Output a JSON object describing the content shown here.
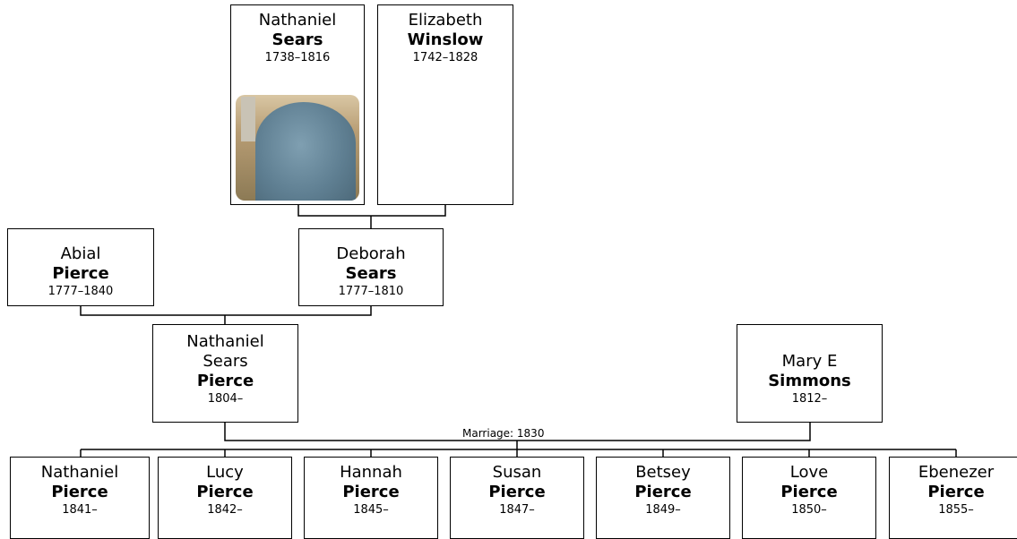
{
  "people": {
    "nathaniel_sears_sr": {
      "given": "Nathaniel",
      "surname": "Sears",
      "dates": "1738–1816",
      "photo_icon": "gravestone-photo"
    },
    "elizabeth_winslow": {
      "given": "Elizabeth",
      "surname": "Winslow",
      "dates": "1742–1828"
    },
    "abial_pierce": {
      "given": "Abial",
      "surname": "Pierce",
      "dates": "1777–1840"
    },
    "deborah_sears": {
      "given": "Deborah",
      "surname": "Sears",
      "dates": "1777–1810"
    },
    "nathaniel_sears_pierce": {
      "given_line1": "Nathaniel",
      "given_line2": "Sears",
      "surname": "Pierce",
      "dates": "1804–"
    },
    "mary_e_simmons": {
      "given": "Mary E",
      "surname": "Simmons",
      "dates": "1812–"
    }
  },
  "marriage_label": "Marriage: 1830",
  "children": [
    {
      "given": "Nathaniel",
      "surname": "Pierce",
      "dates": "1841–"
    },
    {
      "given": "Lucy",
      "surname": "Pierce",
      "dates": "1842–"
    },
    {
      "given": "Hannah",
      "surname": "Pierce",
      "dates": "1845–"
    },
    {
      "given": "Susan",
      "surname": "Pierce",
      "dates": "1847–"
    },
    {
      "given": "Betsey",
      "surname": "Pierce",
      "dates": "1849–"
    },
    {
      "given": "Love",
      "surname": "Pierce",
      "dates": "1850–"
    },
    {
      "given": "Ebenezer",
      "surname": "Pierce",
      "dates": "1855–"
    }
  ],
  "colors": {
    "line": "#000000",
    "box_border": "#000000",
    "background": "#ffffff"
  }
}
